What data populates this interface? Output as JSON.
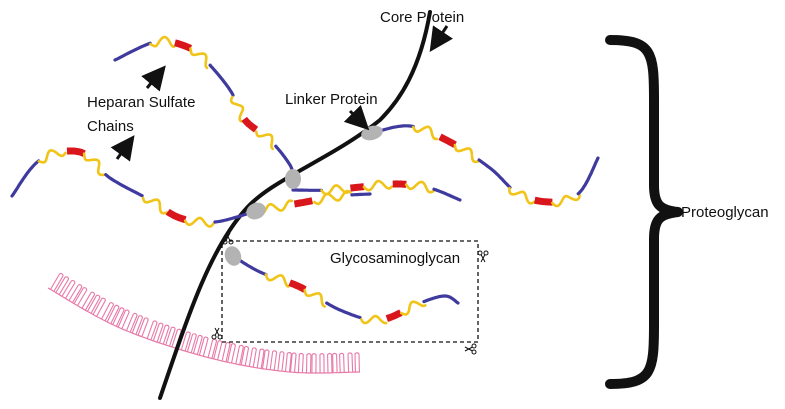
{
  "labels": {
    "core_protein": "Core Protein",
    "heparan_line1": "Heparan Sulfate",
    "heparan_line2": "Chains",
    "linker_protein": "Linker Protein",
    "glycosaminoglycan": "Glycosaminoglycan",
    "proteoglycan": "Proteoglycan"
  },
  "colors": {
    "core_protein": "#111111",
    "chain_segment_a": "#3f3a9e",
    "chain_segment_b": "#f0c419",
    "chain_segment_c": "#d9161b",
    "linker": "#b3b3b3",
    "hyaluronan": "#e879a6",
    "arrow": "#111111",
    "selection_box": "#111111"
  },
  "icons": [
    "scissors-icon"
  ]
}
